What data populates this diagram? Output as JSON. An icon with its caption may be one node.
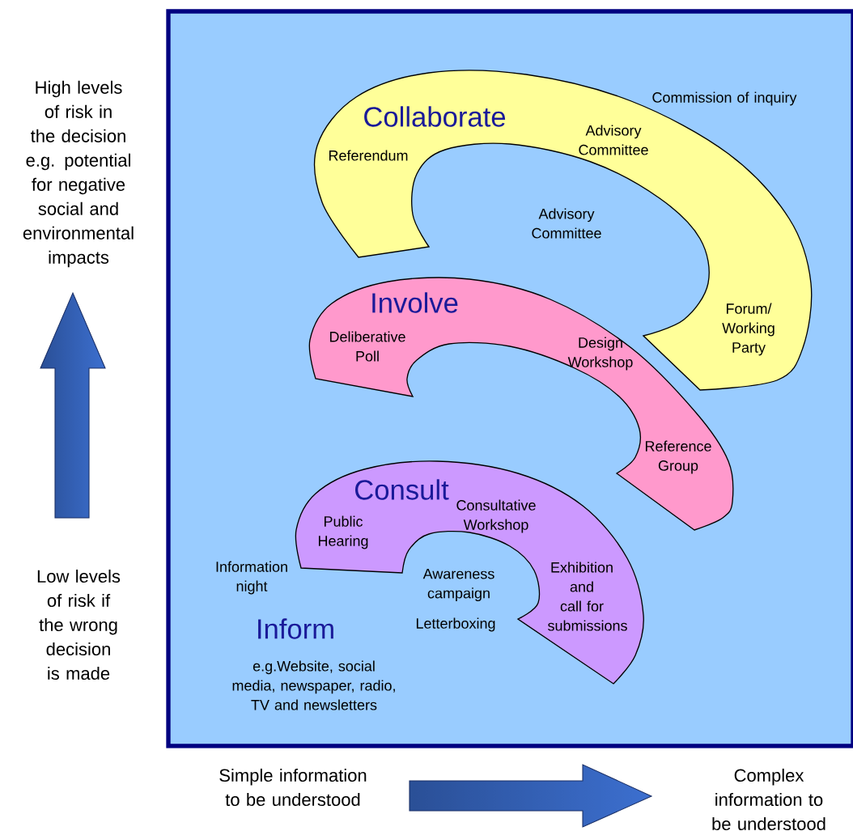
{
  "diagram": {
    "nodes": [
      {
        "text": [],
        "shape": "box"
      },
      {
        "text": [
          "Collaborate",
          "Referendum",
          "Advisory Committee",
          "Forum/ Working Party"
        ],
        "in": 0
      },
      {
        "text": [
          "Involve",
          "Deliberative Poll",
          "Design Workshop",
          "Reference Group"
        ],
        "in": 0
      },
      {
        "text": [
          "Consult",
          "Public Hearing",
          "Consultative Workshop",
          "Exhibition and call for submissions"
        ],
        "in": 0
      }
    ],
    "edges": [],
    "labels": [
      "Commission of inquiry",
      "Advisory Committee",
      "Information night",
      "Awareness campaign",
      "Letterboxing",
      "Inform",
      "e.g.Website, social media, newspaper, radio, TV and newsletters",
      "High levels of risk in the decision e.g. potential for negative social and environmental impacts",
      "Low levels of risk if the wrong decision is made",
      "Simple information to be understood",
      "Complex information to be understood"
    ]
  }
}
